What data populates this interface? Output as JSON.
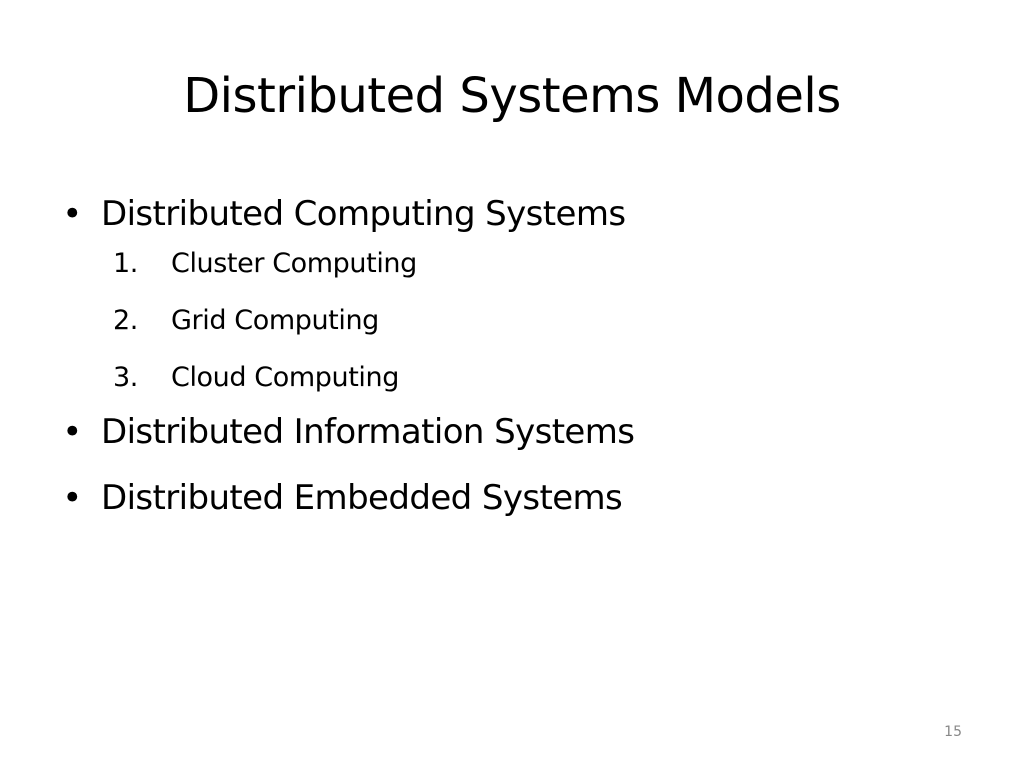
{
  "slide": {
    "title": "Distributed Systems Models",
    "bullets": [
      {
        "text": "Distributed Computing Systems",
        "sub_items": [
          {
            "number": "1.",
            "text": "Cluster Computing"
          },
          {
            "number": "2.",
            "text": "Grid Computing"
          },
          {
            "number": "3.",
            "text": "Cloud Computing"
          }
        ]
      },
      {
        "text": "Distributed Information Systems"
      },
      {
        "text": "Distributed Embedded Systems"
      }
    ],
    "bullet_symbol": "•",
    "page_number": "15"
  }
}
